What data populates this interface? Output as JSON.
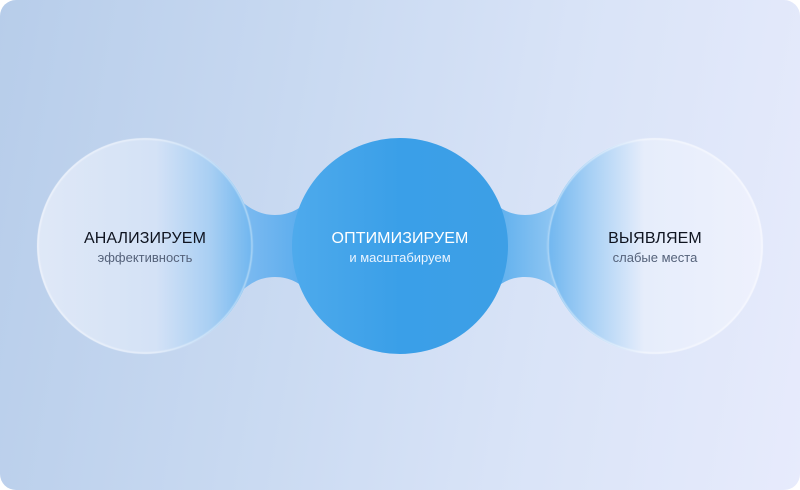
{
  "diagram": {
    "type": "process-bubbles",
    "nodes": [
      {
        "id": "analyze",
        "title": "АНАЛИЗИРУЕМ",
        "subtitle": "эффективность",
        "style": "frosted"
      },
      {
        "id": "optimize",
        "title": "ОПТИМИЗИРУЕМ",
        "subtitle": "и масштабируем",
        "style": "accent"
      },
      {
        "id": "detect",
        "title": "ВЫЯВЛЯЕМ",
        "subtitle": "слабые места",
        "style": "frosted"
      }
    ],
    "connections": [
      {
        "from": "analyze",
        "to": "optimize"
      },
      {
        "from": "optimize",
        "to": "detect"
      }
    ]
  },
  "colors": {
    "accent": "#3a9fe8",
    "background_start": "#b7cdea",
    "background_end": "#e7ebfc",
    "title_dark": "#0f1420",
    "subtitle_dark": "#55627a",
    "title_light": "#ffffff"
  }
}
